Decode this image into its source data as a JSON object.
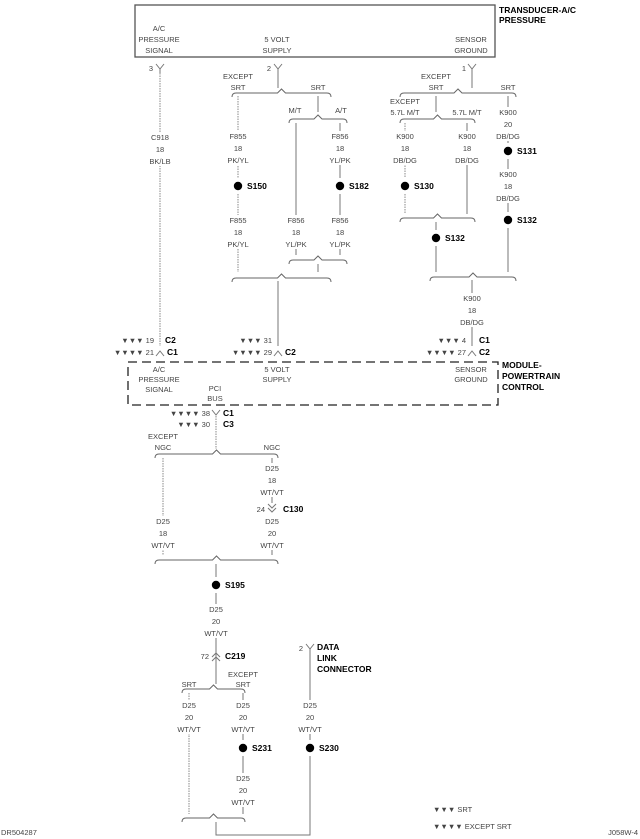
{
  "transducer": {
    "title": [
      "TRANSDUCER-A/C",
      "PRESSURE"
    ],
    "pin_signal": [
      "A/C",
      "PRESSURE",
      "SIGNAL"
    ],
    "pin_supply": [
      "5 VOLT",
      "SUPPLY"
    ],
    "pin_ground": [
      "SENSOR",
      "GROUND"
    ],
    "cav_signal": "3",
    "cav_supply": "2",
    "cav_ground": "1"
  },
  "branches": {
    "except_srt": [
      "EXCEPT",
      "SRT"
    ],
    "srt": "SRT",
    "mt": "M/T",
    "at": "A/T",
    "except_57": [
      "EXCEPT",
      "5.7L M/T"
    ],
    "mt57": "5.7L M/T",
    "except_ngc": [
      "EXCEPT",
      "NGC"
    ],
    "ngc": "NGC"
  },
  "wires": {
    "c918": [
      "C918",
      "18",
      "BK/LB"
    ],
    "f855a": [
      "F855",
      "18",
      "PK/YL"
    ],
    "f855b": [
      "F855",
      "18",
      "PK/YL"
    ],
    "f856a": [
      "F856",
      "18",
      "YL/PK"
    ],
    "f856b": [
      "F856",
      "18",
      "YL/PK"
    ],
    "f856c": [
      "F856",
      "18",
      "YL/PK"
    ],
    "k900a": [
      "K900",
      "18",
      "DB/DG"
    ],
    "k900b": [
      "K900",
      "18",
      "DB/DG"
    ],
    "k900c": [
      "K900",
      "20",
      "DB/DG"
    ],
    "k900d": [
      "K900",
      "18",
      "DB/DG"
    ],
    "k900e": [
      "K900",
      "18",
      "DB/DG"
    ],
    "d25a": [
      "D25",
      "18",
      "WT/VT"
    ],
    "d25b": [
      "D25",
      "18",
      "WT/VT"
    ],
    "d25c": [
      "D25",
      "20",
      "WT/VT"
    ],
    "d25d": [
      "D25",
      "20",
      "WT/VT"
    ],
    "d25e": [
      "D25",
      "20",
      "WT/VT"
    ],
    "d25f": [
      "D25",
      "20",
      "WT/VT"
    ],
    "d25g": [
      "D25",
      "20",
      "WT/VT"
    ],
    "d25h": [
      "D25",
      "20",
      "WT/VT"
    ]
  },
  "splices": {
    "s150": "S150",
    "s182": "S182",
    "s130": "S130",
    "s131": "S131",
    "s132a": "S132",
    "s132b": "S132",
    "s195": "S195",
    "s231": "S231",
    "s230": "S230"
  },
  "connectors": {
    "sig_srt": "▼▼▼ 19",
    "sig_srt_c": "C2",
    "sig_ex": "▼▼▼▼ 21",
    "sig_ex_c": "C1",
    "sup_srt": "▼▼▼ 31",
    "sup_ex": "▼▼▼▼ 29",
    "sup_c": "C2",
    "gnd_srt": "▼▼▼ 4",
    "gnd_srt_c": "C1",
    "gnd_ex": "▼▼▼▼ 27",
    "gnd_ex_c": "C2",
    "pci_ex": "▼▼▼▼ 38",
    "pci_ex_c": "C1",
    "pci_srt": "▼▼▼ 30",
    "pci_srt_c": "C3",
    "c130_cav": "24",
    "c130": "C130",
    "c219_cav": "72",
    "c219": "C219",
    "dlc_cav": "2"
  },
  "module": {
    "title": [
      "MODULE-",
      "POWERTRAIN",
      "CONTROL"
    ],
    "pin_signal": [
      "A/C",
      "PRESSURE",
      "SIGNAL"
    ],
    "pin_supply": [
      "5 VOLT",
      "SUPPLY"
    ],
    "pin_ground": [
      "SENSOR",
      "GROUND"
    ],
    "pin_pci": [
      "PCI",
      "BUS"
    ]
  },
  "dlc": {
    "title": [
      "DATA",
      "LINK",
      "CONNECTOR"
    ]
  },
  "legend": {
    "srt": "▼▼▼ SRT",
    "except_srt": "▼▼▼▼ EXCEPT SRT"
  },
  "footer": {
    "left": "DR504287",
    "right": "J058W-4"
  }
}
